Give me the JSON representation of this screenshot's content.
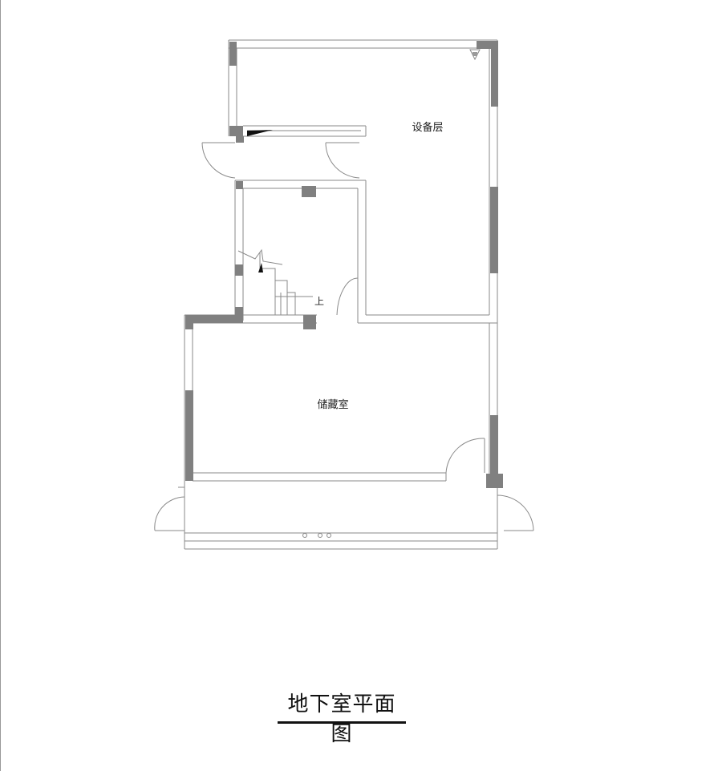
{
  "plan": {
    "rooms": [
      {
        "id": "equipment",
        "label": "设备层"
      },
      {
        "id": "storage",
        "label": "储藏室"
      }
    ],
    "stair_label": "上"
  },
  "title": "地下室平面图",
  "colors": {
    "wall_fill": "#808080",
    "line": "#8a8a8a",
    "background": "#ffffff"
  }
}
